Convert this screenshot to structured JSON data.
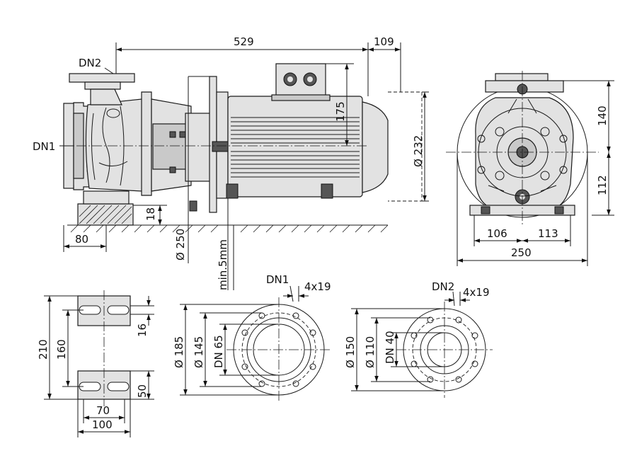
{
  "labels": {
    "dn1": "DN1",
    "dn2": "DN2",
    "bolts": "4x19"
  },
  "dimensions": {
    "overall_length": "529",
    "motor_extension": "109",
    "motor_height": "175",
    "motor_dia": "Ø 232",
    "foot_height": "18",
    "foot_width": "80",
    "flange_dia": "Ø 250",
    "min_gap": "min.5mm",
    "upper_height": "140",
    "lower_height": "112",
    "left_half": "106",
    "right_half": "113",
    "total_width": "250",
    "foot_outer": "210",
    "foot_inner": "160",
    "slot_width": "16",
    "foot_pad": "50",
    "foot_slot_spacing": "70",
    "foot_depth": "100",
    "dn1_outer": "Ø 185",
    "dn1_bolt_circle": "Ø 145",
    "dn1_bore": "DN 65",
    "dn2_outer": "Ø 150",
    "dn2_bolt_circle": "Ø 110",
    "dn2_bore": "DN 40"
  }
}
